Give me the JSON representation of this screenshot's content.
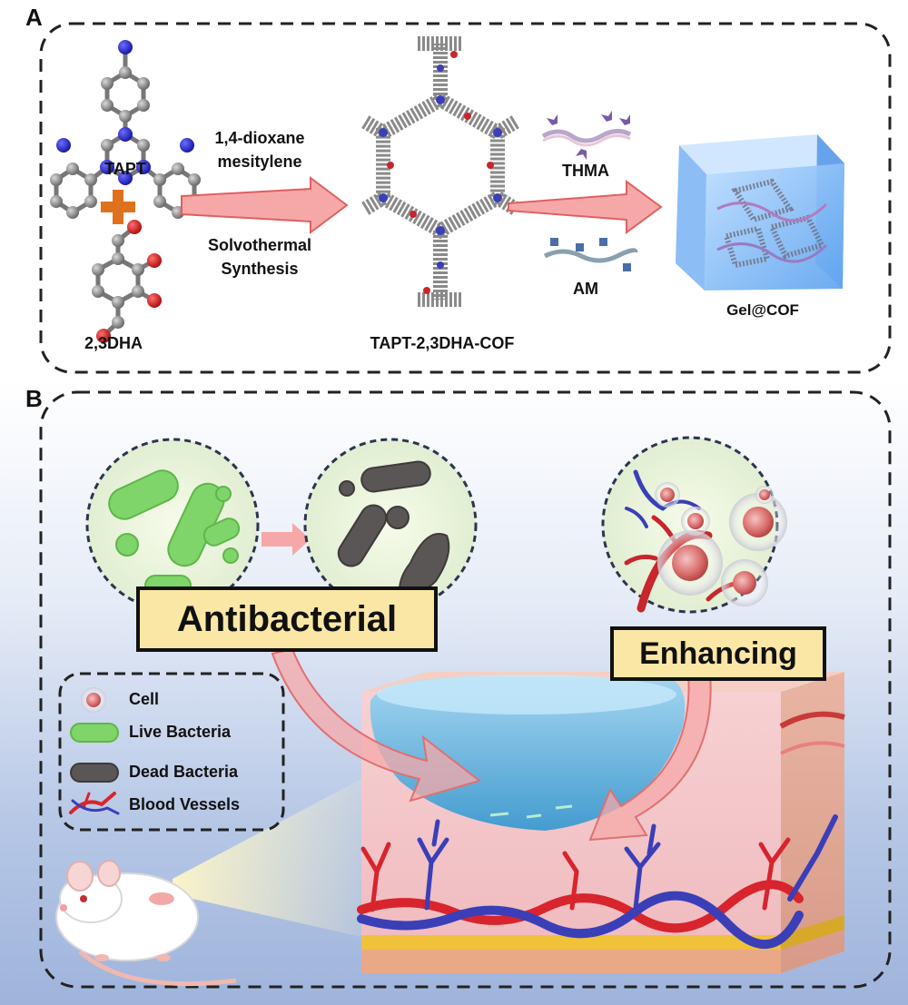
{
  "panels": {
    "a_letter": "A",
    "b_letter": "B"
  },
  "panel_a": {
    "monomer_1": "TAPT",
    "plus": "+",
    "monomer_2": "2,3DHA",
    "condition_top_1": "1,4-dioxane",
    "condition_top_2": "mesitylene",
    "condition_bottom_1": "Solvothermal",
    "condition_bottom_2": "Synthesis",
    "cof_label": "TAPT-2,3DHA-COF",
    "reagent_1": "THMA",
    "reagent_2": "AM",
    "product_label": "Gel@COF"
  },
  "panel_b": {
    "banner_1": "Antibacterial",
    "banner_2": "Enhancing",
    "legend": [
      {
        "icon": "cell-icon",
        "label": "Cell"
      },
      {
        "icon": "live-bacteria-icon",
        "label": "Live Bacteria"
      },
      {
        "icon": "dead-bacteria-icon",
        "label": "Dead Bacteria"
      },
      {
        "icon": "blood-vessels-icon",
        "label": "Blood Vessels"
      }
    ]
  },
  "colors": {
    "arrow_fill": "#f6a8a8",
    "arrow_stroke": "#e06060",
    "banner_fill": "#fbe7a5",
    "live_bacteria": "#7fd46a",
    "dead_bacteria": "#5a5656",
    "gel": "#6ab7e6",
    "skin": "#f2c4c8",
    "vessel_red": "#d8242c",
    "vessel_blue": "#3a3fb8"
  }
}
